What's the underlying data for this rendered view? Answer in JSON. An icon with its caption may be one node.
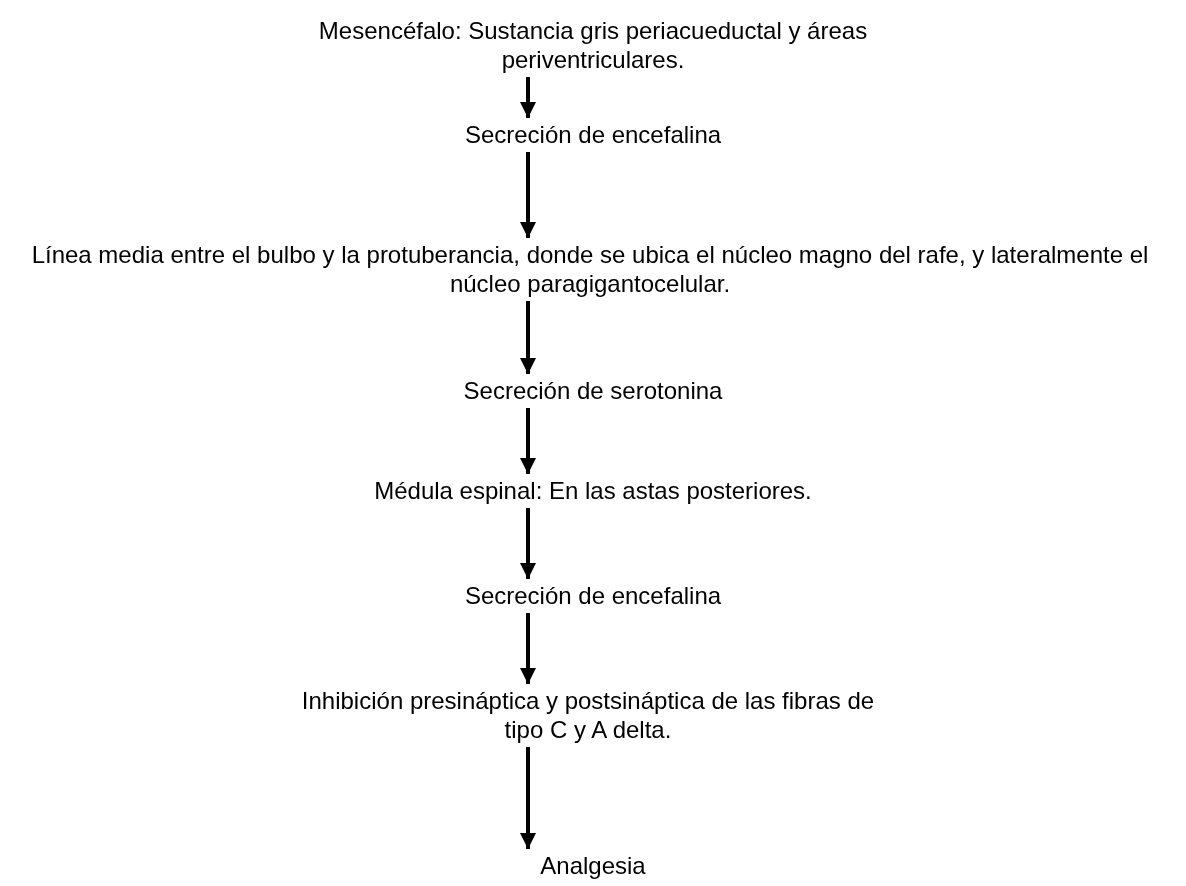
{
  "diagram": {
    "nodes": [
      {
        "text": [
          "Mesencéfalo: Sustancia gris periacueductal y áreas periventriculares."
        ]
      },
      {
        "text": [
          "Secreción de encefalina"
        ]
      },
      {
        "text": [
          "Línea media entre el bulbo y la protuberancia, donde se ubica el núcleo magno del rafe, y lateralmente el  núcleo paragigantocelular."
        ]
      },
      {
        "text": [
          "Secreción de serotonina"
        ]
      },
      {
        "text": [
          "Médula espinal: En las astas posteriores."
        ]
      },
      {
        "text": [
          "Secreción de encefalina"
        ]
      },
      {
        "text": [
          "Inhibición presináptica y postsináptica de las fibras de tipo C y A delta."
        ]
      },
      {
        "text": [
          "Analgesia"
        ]
      }
    ],
    "edges": [
      {
        "from": 0,
        "to": 1,
        "arrow": "to"
      },
      {
        "from": 1,
        "to": 2,
        "arrow": "to"
      },
      {
        "from": 2,
        "to": 3,
        "arrow": "to"
      },
      {
        "from": 3,
        "to": 4,
        "arrow": "to"
      },
      {
        "from": 4,
        "to": 5,
        "arrow": "to"
      },
      {
        "from": 5,
        "to": 6,
        "arrow": "to"
      },
      {
        "from": 6,
        "to": 7,
        "arrow": "to"
      }
    ]
  }
}
